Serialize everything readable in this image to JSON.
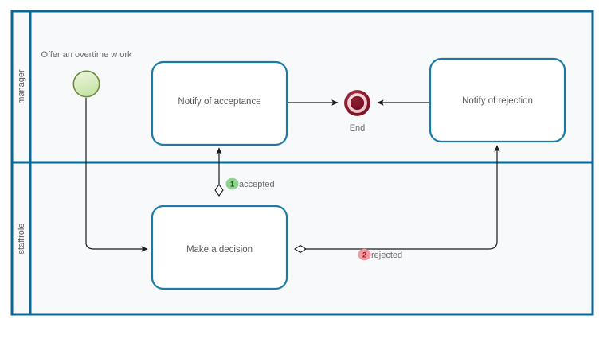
{
  "diagram": {
    "type": "bpmn-swimlane-process",
    "pool": {
      "lanes": [
        {
          "id": "manager",
          "label": "manager"
        },
        {
          "id": "staffrole",
          "label": "staffrole"
        }
      ]
    },
    "colors": {
      "lane_border": "#0a6896",
      "lane_fill": "#f7f9fb",
      "task_border": "#1a7ba8",
      "task_fill": "#ffffff",
      "start_fill": "#d7ecc0",
      "start_border": "#6e8b3d",
      "end_ring": "#8b1a2b",
      "end_inner": "#7d1226",
      "end_mid": "#f0c5cc",
      "connector": "#1a1a1a",
      "text": "#595959",
      "badge_accepted": "#8fd18f",
      "badge_rejected": "#f59aa0"
    },
    "nodes": {
      "start_event": {
        "name": "start-event",
        "label": "Offer an overtime w ork",
        "lane": "manager"
      },
      "task_acceptance": {
        "name": "task-notify-of-acceptance",
        "label": "Notify of acceptance",
        "lane": "manager"
      },
      "task_rejection": {
        "name": "task-notify-of-rejection",
        "label": "Notify of rejection",
        "lane": "manager"
      },
      "end_event": {
        "name": "end-event",
        "label": "End",
        "lane": "manager"
      },
      "task_decision": {
        "name": "task-make-a-decision",
        "label": "Make a decision",
        "lane": "staffrole"
      }
    },
    "flows": [
      {
        "id": "flow-start-to-decision",
        "from": "start_event",
        "to": "task_decision",
        "label": "",
        "badge": ""
      },
      {
        "id": "flow-accepted",
        "from": "task_decision",
        "to": "task_acceptance",
        "label": "accepted",
        "badge": "1",
        "badge_color": "#8fd18f"
      },
      {
        "id": "flow-rejected",
        "from": "task_decision",
        "to": "task_rejection",
        "label": "rejected",
        "badge": "2",
        "badge_color": "#f59aa0"
      },
      {
        "id": "flow-acceptance-to-end",
        "from": "task_acceptance",
        "to": "end_event",
        "label": "",
        "badge": ""
      },
      {
        "id": "flow-rejection-to-end",
        "from": "task_rejection",
        "to": "end_event",
        "label": "",
        "badge": ""
      }
    ]
  }
}
